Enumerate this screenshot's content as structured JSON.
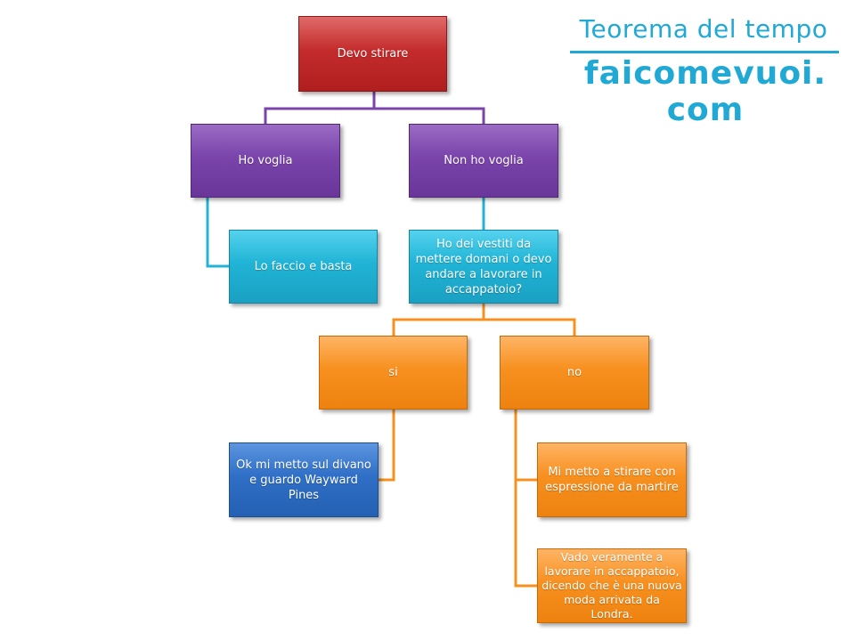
{
  "logo": {
    "title": "Teorema del tempo",
    "brand": "faicomevuoi. com",
    "color": "#21a9d6"
  },
  "nodes": {
    "devo_stirare": "Devo stirare",
    "ho_voglia": "Ho voglia",
    "non_ho_voglia": "Non ho voglia",
    "lo_faccio": "Lo faccio e basta",
    "vestiti_question": "Ho dei vestiti da mettere domani o devo andare a lavorare in accappatoio?",
    "si": "si",
    "no": "no",
    "ok_divano": "Ok mi metto sul divano e guardo Wayward Pines",
    "mi_metto_stirare": "Mi metto a stirare con espressione da martire",
    "vado_accappatoio": "Vado veramente a lavorare in accappatoio, dicendo che è una nuova moda arrivata da Londra."
  },
  "colors": {
    "red": "#c42c2c",
    "purple": "#7a44ab",
    "cyan": "#20b4d6",
    "orange": "#f7901f",
    "blue": "#2f6fc6"
  }
}
